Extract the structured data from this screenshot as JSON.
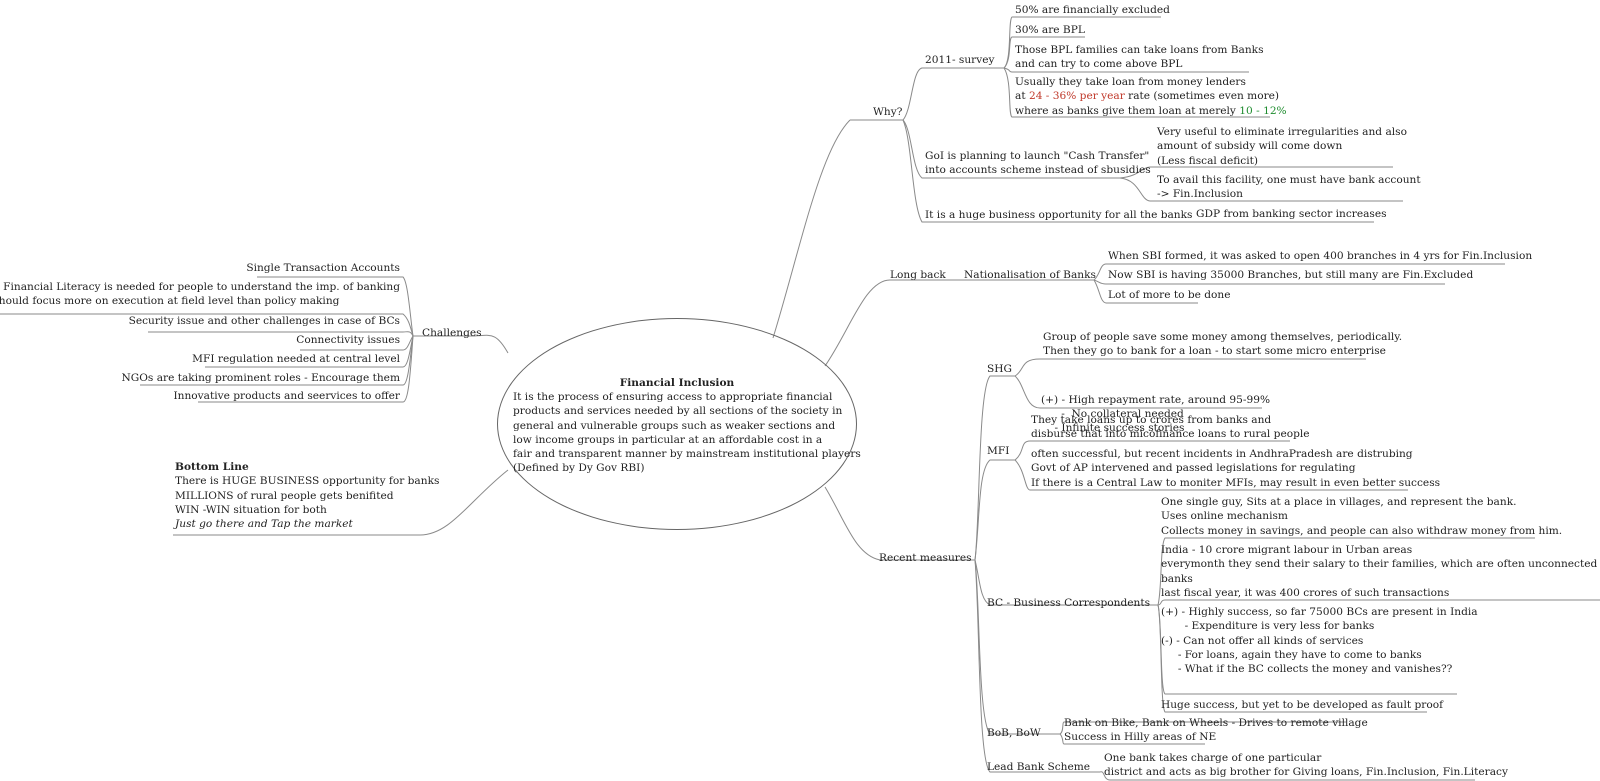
{
  "central": {
    "title": "Financial Inclusion",
    "lines": [
      "It is the process of ensuring access to appropriate financial",
      "products and services needed by all sections of the society in",
      "general and vulnerable groups such as weaker sections and",
      "low income groups in particular at an affordable cost in a",
      "fair and transparent manner by mainstream institutional players",
      "(Defined by Dy Gov RBI)"
    ]
  },
  "why": {
    "label": "Why?",
    "survey": {
      "label": "2011- survey",
      "items": [
        "50% are financially excluded",
        "30% are BPL",
        [
          "Those BPL families can take loans from Banks",
          "and can try to come above BPL"
        ]
      ],
      "lenders": {
        "l1": "Usually they take loan from money lenders",
        "l2_pre": "at ",
        "l2_red": "24 - 36% per year",
        "l2_post": " rate (sometimes even more)",
        "l3_pre": "where as banks give them loan at merely ",
        "l3_green": "10 - 12%"
      }
    },
    "cash": {
      "label": [
        "GoI is planning to launch \"Cash Transfer\"",
        "into accounts scheme instead of sbusidies"
      ],
      "items": [
        [
          "Very useful to eliminate irregularities and also",
          "amount of subsidy will come down",
          "(Less fiscal deficit)"
        ],
        [
          "To avail this facility, one must have bank account",
          " -> Fin.Inclusion"
        ]
      ]
    },
    "business": {
      "label": "It is a huge business opportunity for all the banks",
      "item": "GDP from banking sector increases"
    }
  },
  "longback": {
    "label": "Long back",
    "nat": {
      "label": "Nationalisation of Banks",
      "items": [
        "When SBI formed, it was asked to open 400 branches in 4 yrs for Fin.Inclusion",
        "Now SBI is having 35000 Branches, but still many are Fin.Excluded",
        "Lot of more to be done"
      ]
    }
  },
  "recent": {
    "label": "Recent measures",
    "shg": {
      "label": "SHG",
      "items": [
        [
          "Group of people save some money among themselves, periodically.",
          "Then they go to bank for a loan - to start some micro enterprise"
        ],
        [
          "(+) -  High repayment rate, around 95-99%",
          "      -  No collateral needed",
          "    - Infinite success stories"
        ]
      ]
    },
    "mfi": {
      "label": "MFI",
      "items": [
        [
          "They take loans up to crores from banks and",
          "disburse that into micofinance loans to rural people"
        ],
        [
          "often successful, but recent incidents in AndhraPradesh are distrubing",
          "Govt of AP intervened and passed legislations for regulating",
          "If there is a Central Law to moniter MFIs, may result in even better success"
        ]
      ]
    },
    "bc": {
      "label": "BC - Business Correspondents",
      "items": [
        [
          "One single guy, Sits at a place in villages, and represent the bank.",
          "Uses online mechanism",
          "Collects money in savings, and people can also withdraw money from him."
        ],
        [
          "India - 10 crore migrant labour in Urban areas",
          "everymonth they send their salary to their families, which are often unconnected to",
          "banks",
          "last fiscal year, it was 400 crores of such transactions"
        ],
        [
          "(+) - Highly success, so far 75000 BCs are present in India",
          "       - Expenditure is very less for banks",
          "(-) - Can not offer all kinds of services",
          "     - For loans, again they have to come to banks",
          "     - What if the BC collects the money and vanishes??"
        ],
        [
          "Huge success, but yet to be developed as fault proof"
        ]
      ]
    },
    "bob": {
      "label": "BoB, BoW",
      "item": [
        "Bank on Bike, Bank on Wheels - Drives to remote village",
        "Success in Hilly areas of NE"
      ]
    },
    "lead": {
      "label": "Lead Bank Scheme",
      "item": [
        "One bank takes charge of one particular",
        "district and acts as big brother for Giving loans, Fin.Inclusion, Fin.Literacy"
      ]
    }
  },
  "challenges": {
    "label": "Challenges",
    "items": [
      "Single Transaction Accounts",
      [
        "Basic Financial Literacy is needed for people to understand the imp. of banking",
        "GoI should focus more on execution at field level than policy making"
      ],
      "Security issue and other challenges in case of BCs",
      "Connectivity issues",
      "MFI regulation needed at central level",
      "NGOs are taking prominent roles - Encourage them",
      "Innovative products and seervices to offer"
    ]
  },
  "bottom": {
    "title": "Bottom Line",
    "lines": [
      "There is HUGE BUSINESS opportunity for banks",
      "MILLIONS of rural people gets benifited",
      "WIN -WIN situation for both"
    ],
    "last": "Just go there and Tap the market"
  }
}
